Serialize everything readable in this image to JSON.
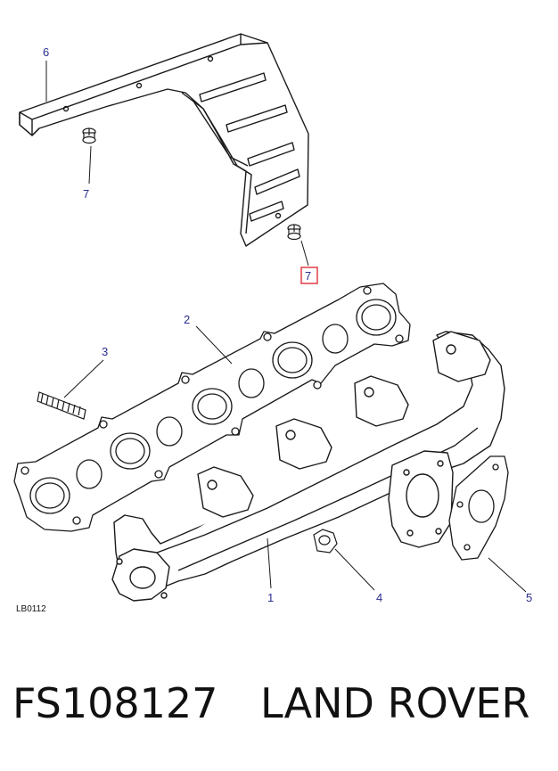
{
  "diagram": {
    "diagram_code": "LB0112",
    "callouts": [
      "6",
      "7",
      "7",
      "2",
      "3",
      "1",
      "4",
      "5"
    ],
    "highlighted_callout": "7",
    "colors": {
      "line": "#1a1a1a",
      "callout_text": "#2b2f8f",
      "highlight_box": "#e0303a"
    }
  },
  "footer": {
    "part_number": "FS108127",
    "brand": "LAND ROVER"
  }
}
